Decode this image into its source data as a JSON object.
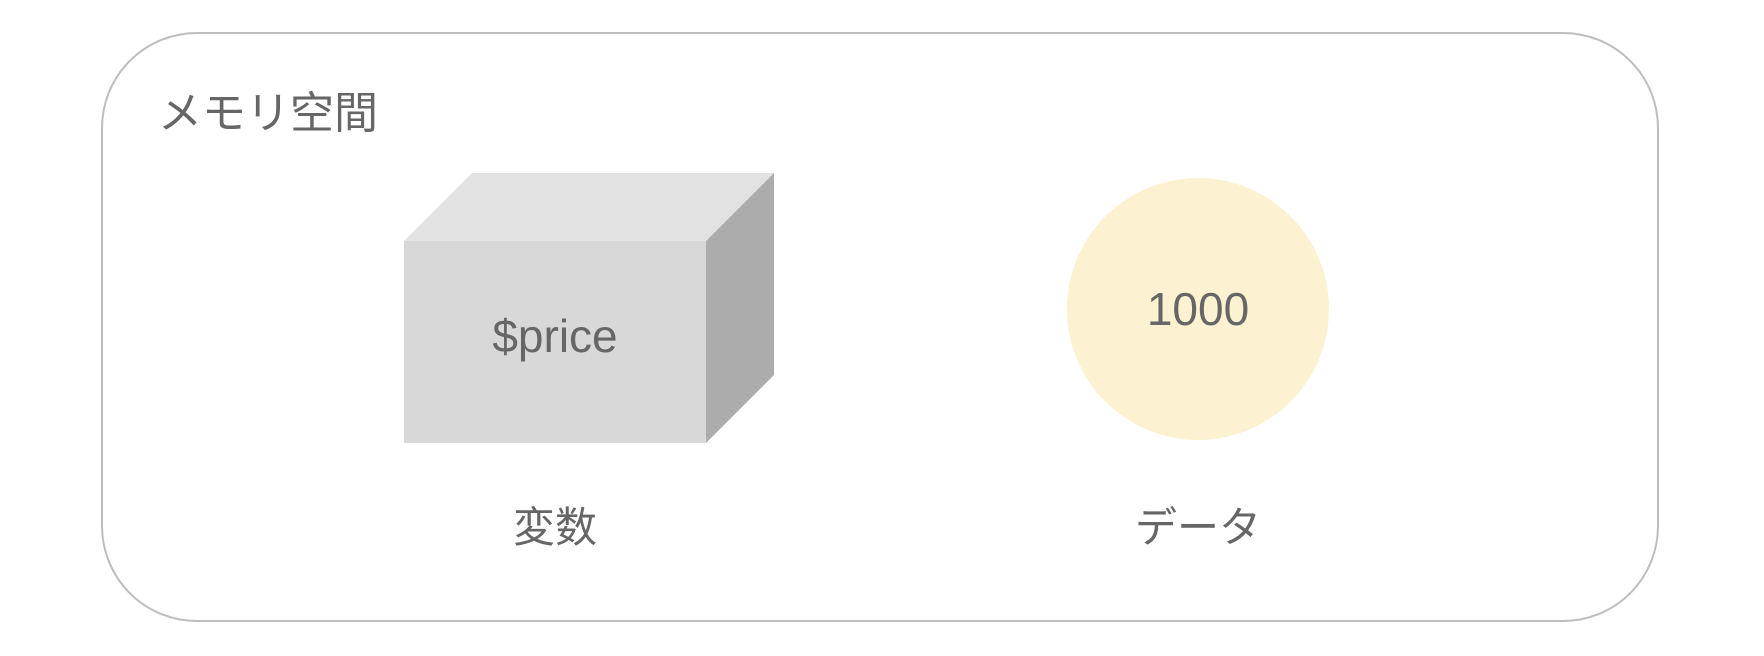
{
  "diagram": {
    "title": "メモリ空間",
    "variable": {
      "name": "$price",
      "caption": "変数",
      "colors": {
        "front": "#d8d8d8",
        "top": "#e3e3e3",
        "side": "#acacac"
      }
    },
    "data": {
      "value": "1000",
      "caption": "データ",
      "fill": "#fcf1d0"
    }
  }
}
